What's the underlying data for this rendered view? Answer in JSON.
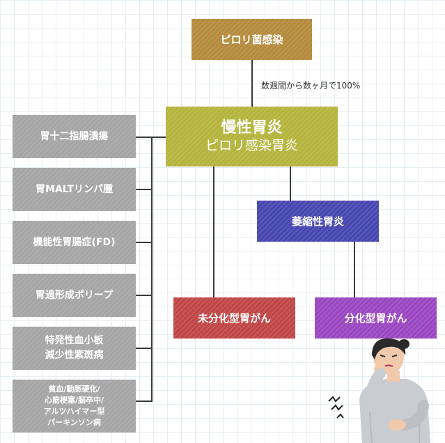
{
  "colors": {
    "pylori_bg": "#b48a3c",
    "chronic_bg": "#b4b43c",
    "atrophic_bg": "#4646b0",
    "undiff_bg": "#c04646",
    "diff_bg": "#9a46c0",
    "gray_bg": "#a5a5a5",
    "line": "#3a3a3a"
  },
  "diagram": {
    "pylori": "ピロリ菌感染",
    "edge_label": "数週間から数ヶ月で100%",
    "chronic": {
      "title": "慢性胃炎",
      "subtitle": "ピロリ感染胃炎"
    },
    "atrophic": "萎縮性胃炎",
    "undifferentiated": "未分化型胃がん",
    "differentiated": "分化型胃がん",
    "related": [
      {
        "lines": [
          "胃十二指腸潰瘍"
        ]
      },
      {
        "lines": [
          "胃MALTリンパ腫"
        ]
      },
      {
        "lines": [
          "機能性胃腸症(FD)"
        ]
      },
      {
        "lines": [
          "胃過形成ポリープ"
        ]
      },
      {
        "lines": [
          "特発性血小板",
          "減少性紫斑病"
        ]
      },
      {
        "lines": [
          "貧血/動脈硬化/",
          "心筋梗塞/脳卒中/",
          "アルツハイマー型",
          "パーキンソン病"
        ]
      }
    ]
  }
}
